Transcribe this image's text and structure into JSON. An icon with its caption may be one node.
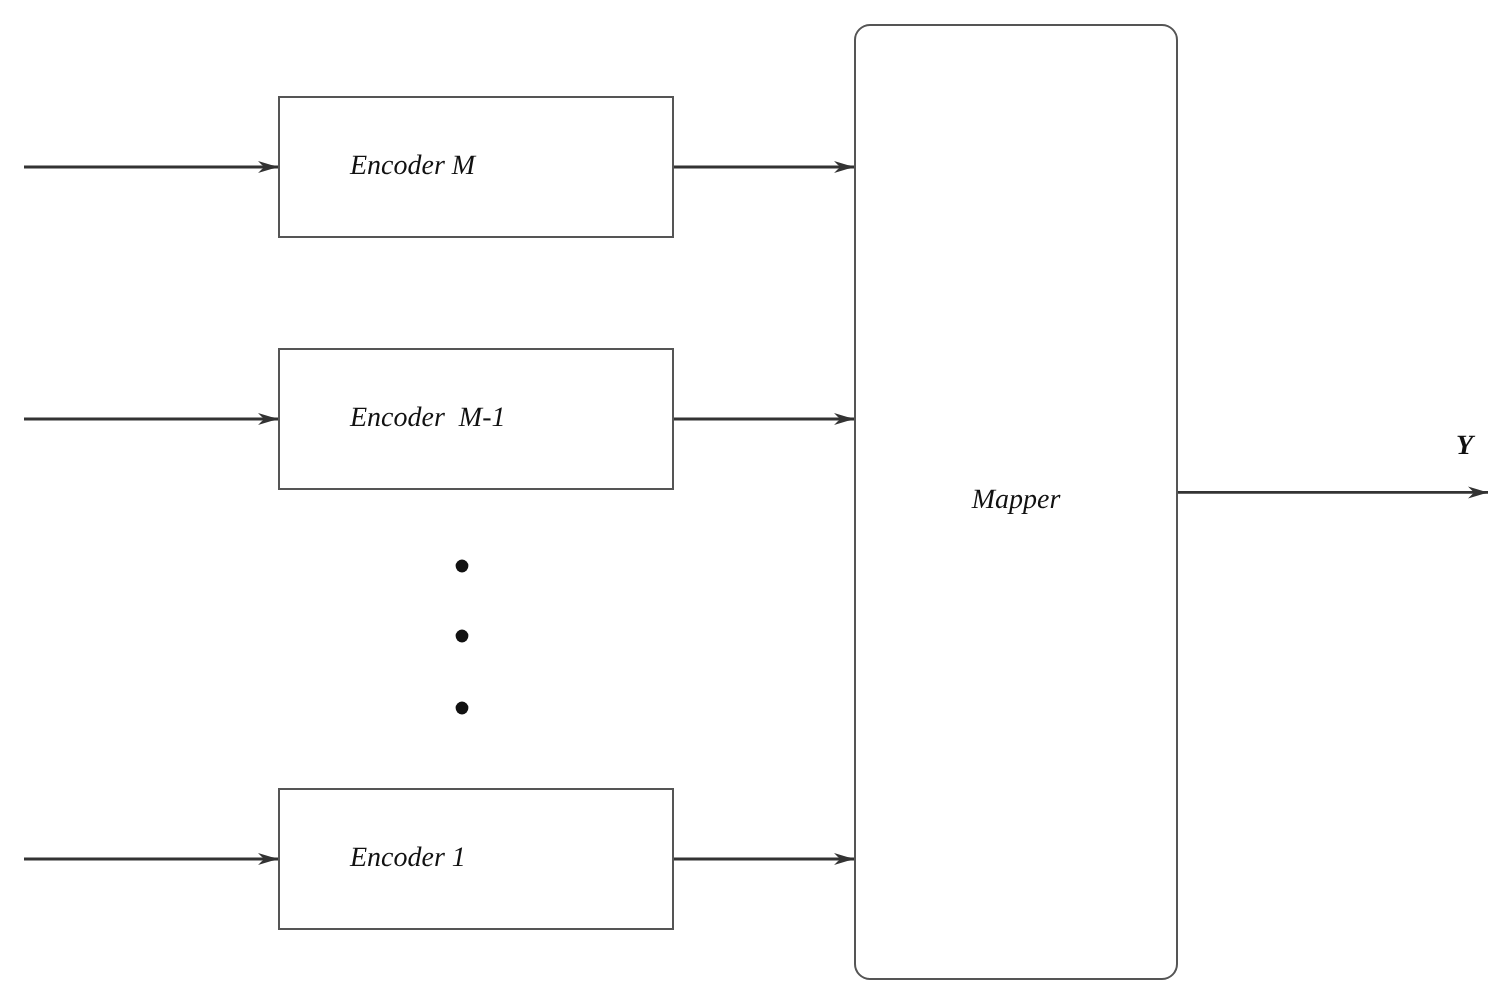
{
  "diagram": {
    "nodes": [
      {
        "text": [
          "Encoder M"
        ]
      },
      {
        "text": [
          "Encoder  M-1"
        ]
      },
      {
        "text": [
          "Encoder 1"
        ]
      },
      {
        "text": [
          "Mapper"
        ]
      }
    ],
    "edges": [
      {
        "from": null,
        "to": 0,
        "arrow": "to"
      },
      {
        "from": 0,
        "to": 3,
        "arrow": "to"
      },
      {
        "from": null,
        "to": 1,
        "arrow": "to"
      },
      {
        "from": 1,
        "to": 3,
        "arrow": "to"
      },
      {
        "from": null,
        "to": 2,
        "arrow": "to"
      },
      {
        "from": 2,
        "to": 3,
        "arrow": "to"
      },
      {
        "from": 3,
        "to": null,
        "arrow": "to"
      }
    ],
    "labels": [
      "Y"
    ]
  }
}
